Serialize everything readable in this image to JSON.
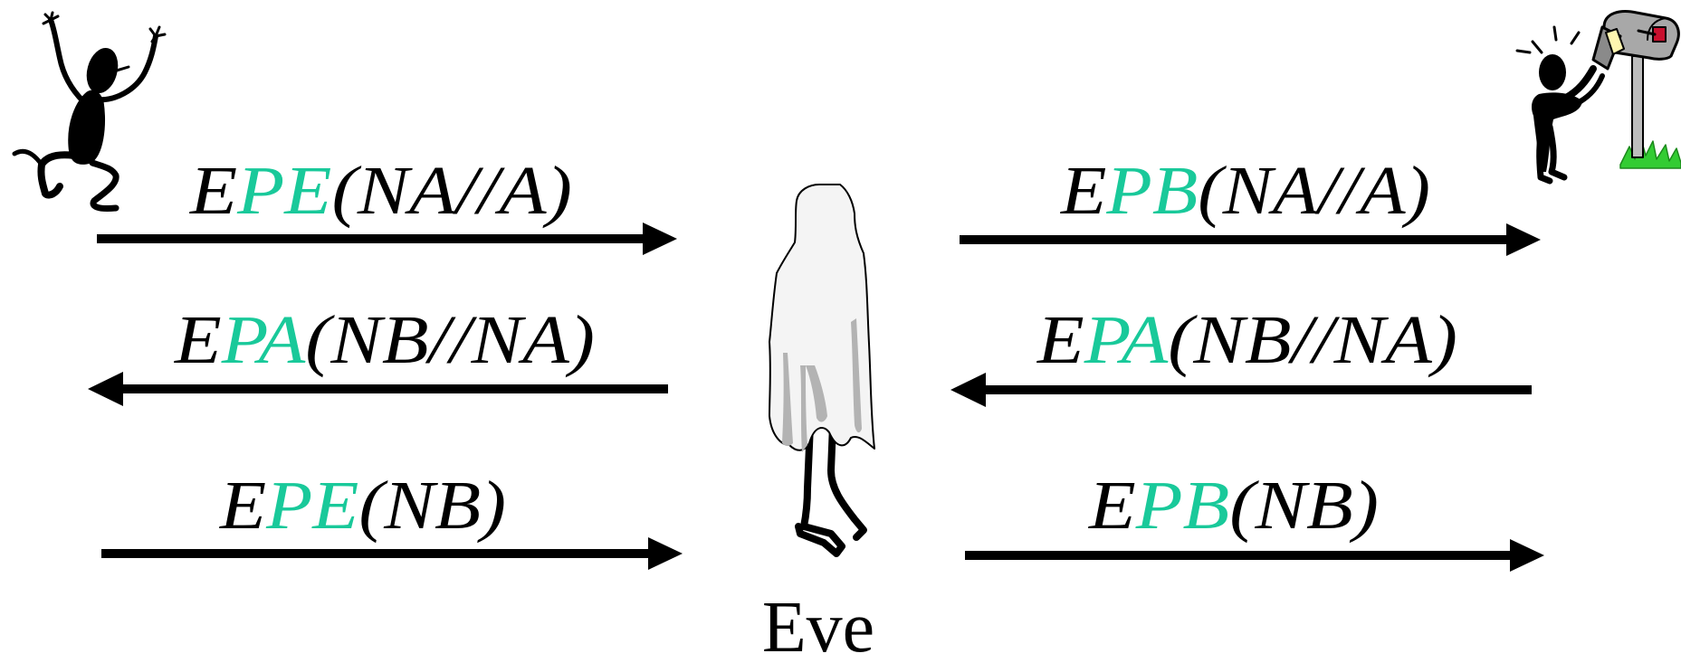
{
  "colors": {
    "ink": "#000000",
    "highlight": "#19c99a",
    "ghost_fill": "#f4f4f4",
    "ghost_shade": "#b3b3b3",
    "mailbox_gray": "#a8a8a8",
    "mailbox_flag": "#c8102e",
    "mail_paper": "#fff6b0",
    "grass": "#33cc33"
  },
  "icons": {
    "left_figure": "jumping-person-icon",
    "right_figure": "person-mailbox-icon",
    "center_figure": "ghost-icon"
  },
  "eve_label": "Eve",
  "messages": {
    "left": [
      {
        "prefix": "E",
        "key": "PE",
        "body": "(NA//A)",
        "direction": "right"
      },
      {
        "prefix": "E",
        "key": "PA",
        "body": "(NB//NA)",
        "direction": "left"
      },
      {
        "prefix": "E",
        "key": "PE",
        "body": "(NB)",
        "direction": "right"
      }
    ],
    "right": [
      {
        "prefix": "E",
        "key": "PB",
        "body": "(NA//A)",
        "direction": "right"
      },
      {
        "prefix": "E",
        "key": "PA",
        "body": "(NB//NA)",
        "direction": "left"
      },
      {
        "prefix": "E",
        "key": "PB",
        "body": "(NB)",
        "direction": "right"
      }
    ]
  }
}
